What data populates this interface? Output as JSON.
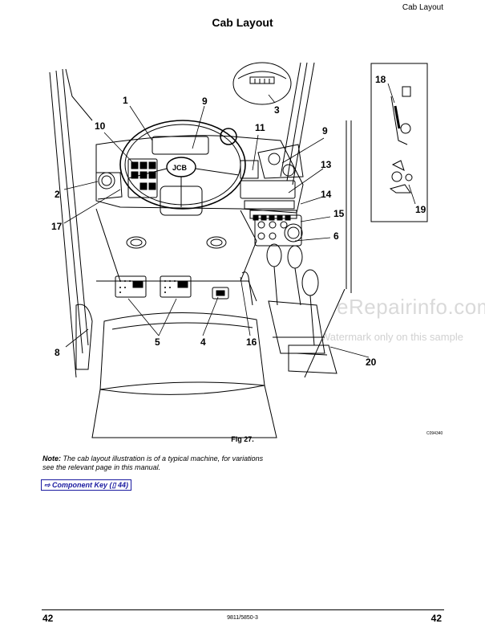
{
  "header": {
    "section": "Cab Layout",
    "title": "Cab Layout"
  },
  "figure": {
    "caption": "Fig 27.",
    "code": "C094340",
    "inset_top_label": "3",
    "callouts": [
      "1",
      "2",
      "3",
      "4",
      "5",
      "6",
      "8",
      "9",
      "9",
      "10",
      "11",
      "13",
      "14",
      "15",
      "16",
      "17",
      "18",
      "19",
      "20"
    ]
  },
  "note": {
    "label": "Note:",
    "text": " The cab layout illustration is of a typical machine, for variations see the relevant page in this manual."
  },
  "link": {
    "prefix": "⇨ ",
    "text": "Component Key (",
    "page": "44",
    "suffix": ")"
  },
  "watermark": {
    "line1": "eRepairinfo.com",
    "line2": "Watermark only on this sample"
  },
  "footer": {
    "page_left": "42",
    "doc_number": "9811/5850-3",
    "page_right": "42"
  }
}
